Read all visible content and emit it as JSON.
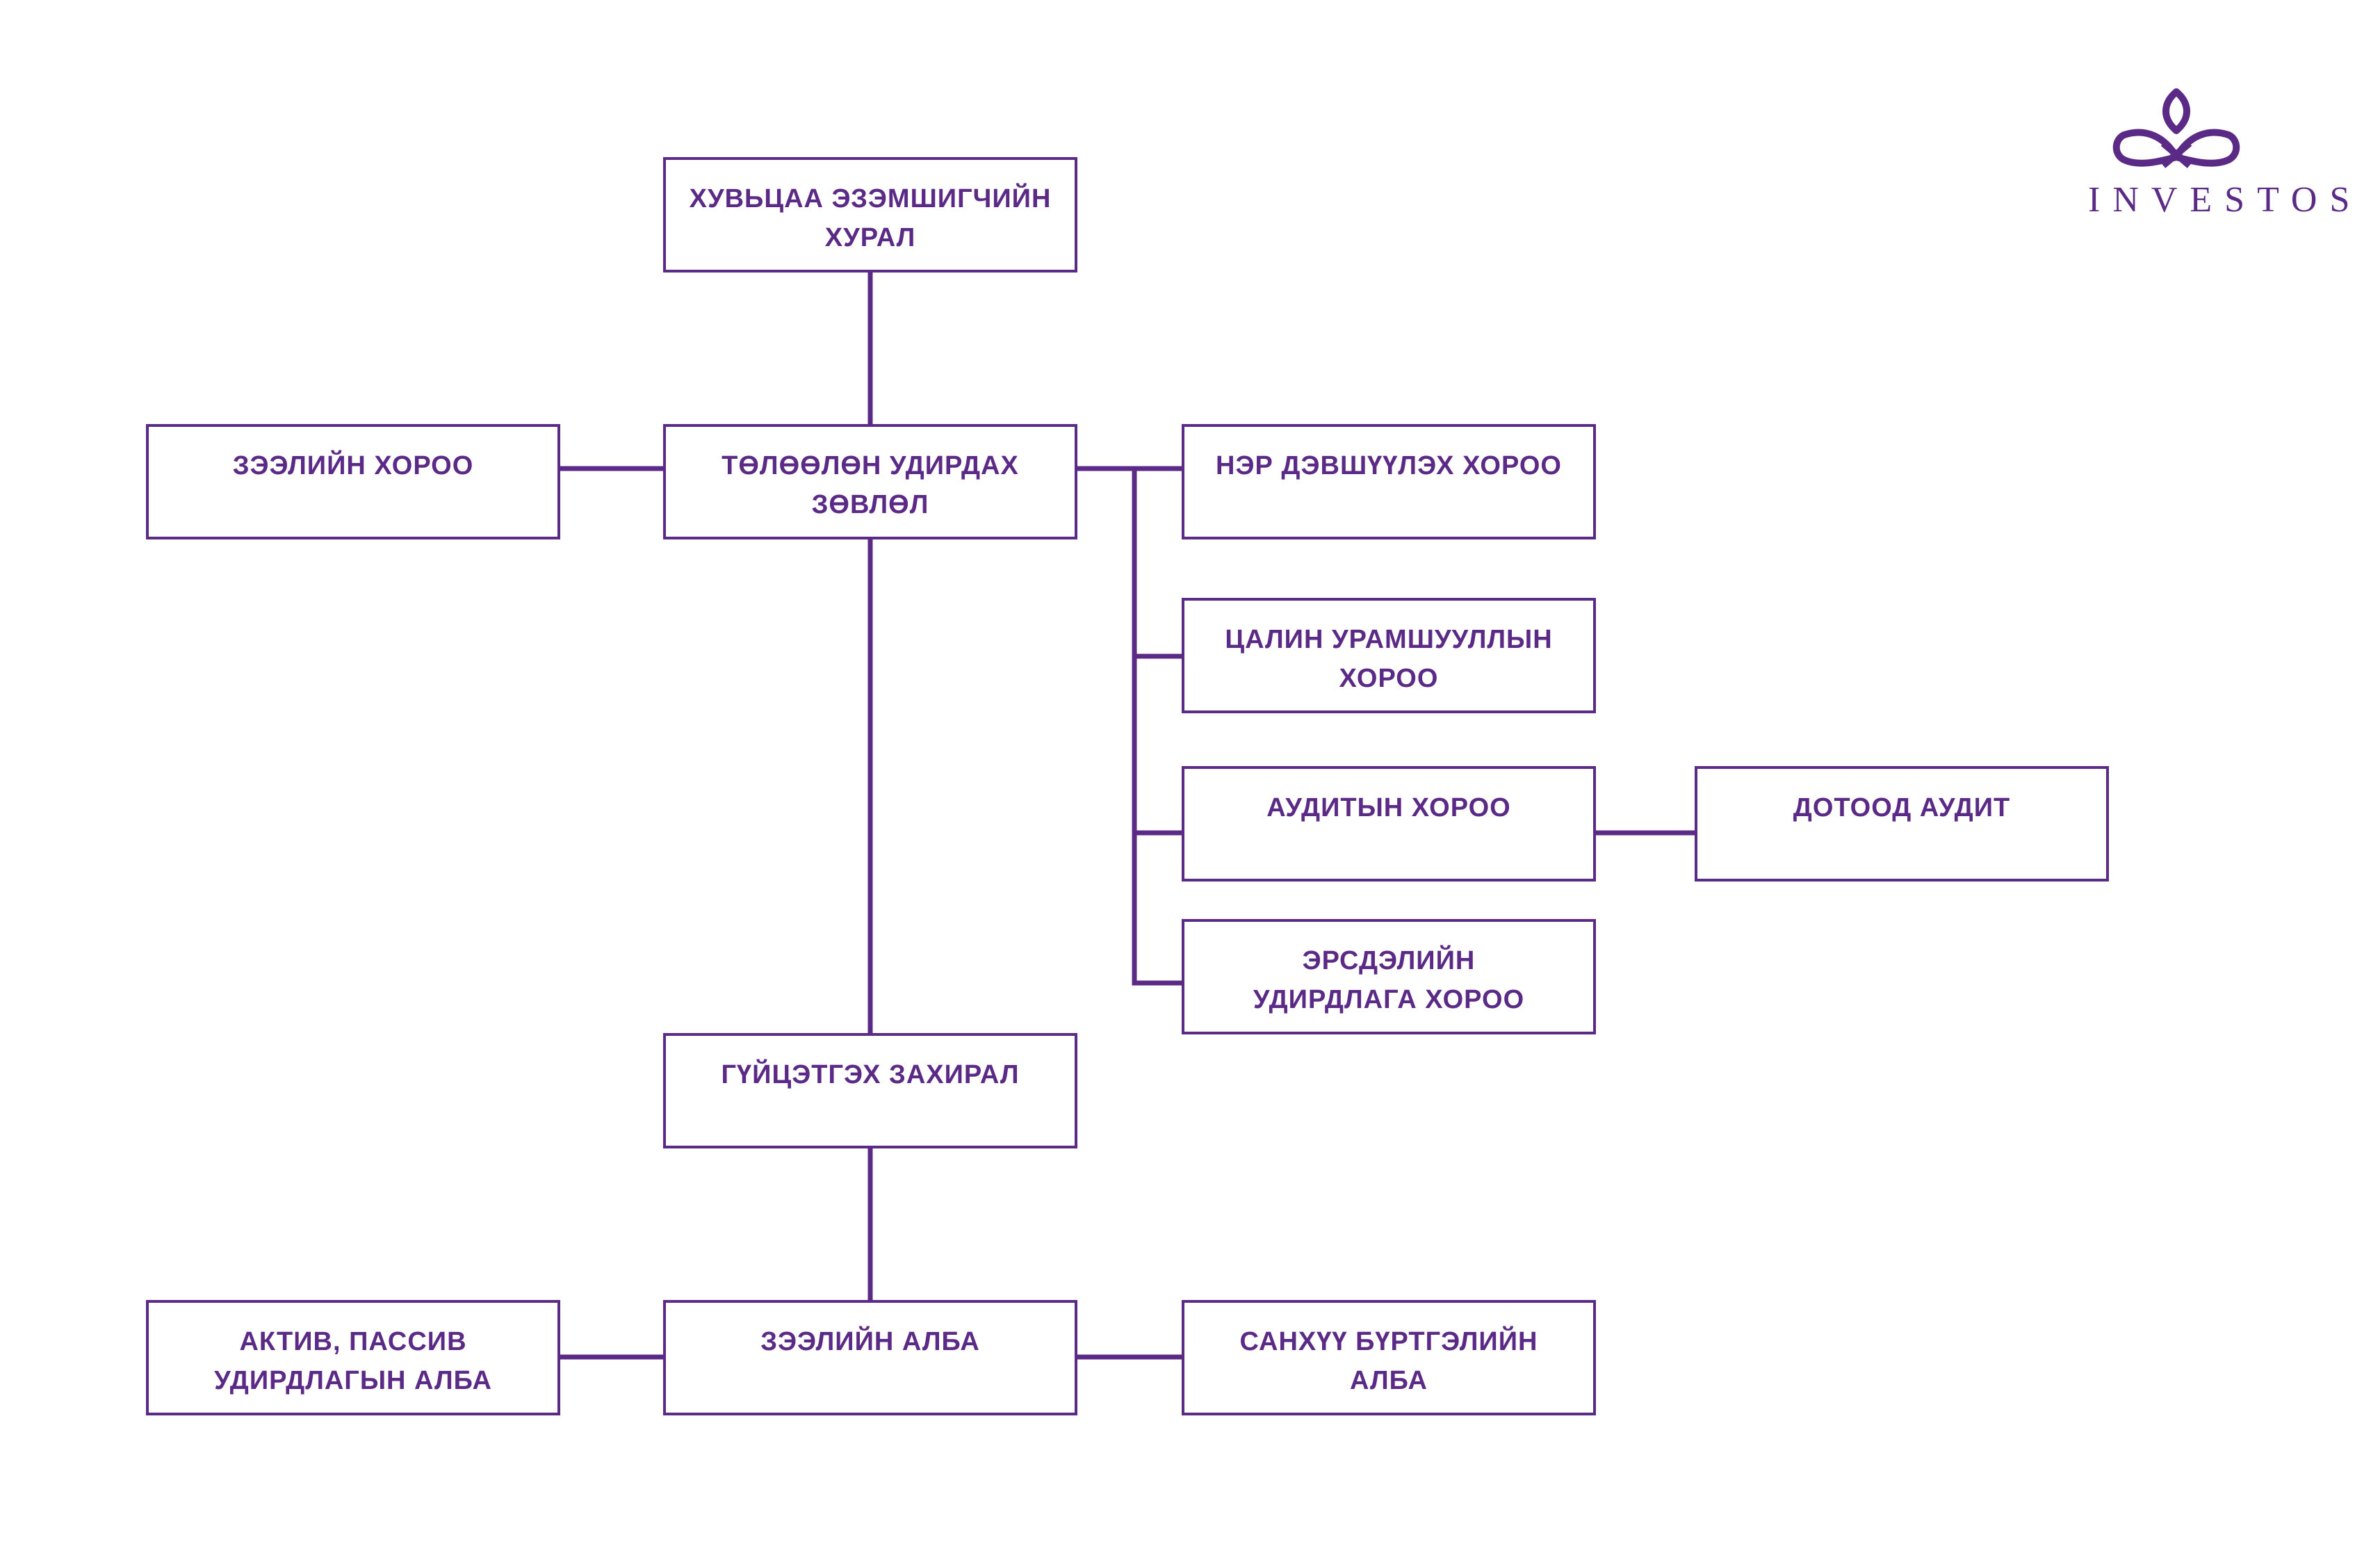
{
  "logo": {
    "text": "INVESTOS",
    "icon": "lotus-logo-icon",
    "color": "#5b2a86"
  },
  "colors": {
    "line": "#5b2a86",
    "box_border": "#5b2a86",
    "text": "#5b2a86",
    "background": "#ffffff"
  },
  "org_chart": {
    "shareholders_meeting": "ХУВЬЦАА ЭЗЭМШИГЧИЙН\nХУРАЛ",
    "board_of_directors": "ТӨЛӨӨЛӨН УДИРДАХ\nЗӨВЛӨЛ",
    "credit_committee": "ЗЭЭЛИЙН ХОРОО",
    "nomination_committee": "НЭР ДЭВШҮҮЛЭХ ХОРОО",
    "remuneration_committee": "ЦАЛИН УРАМШУУЛЛЫН\nХОРОО",
    "audit_committee": "АУДИТЫН ХОРОО",
    "internal_audit": "ДОТООД АУДИТ",
    "risk_committee": "ЭРСДЭЛИЙН\nУДИРДЛАГА ХОРОО",
    "ceo": "ГҮЙЦЭТГЭХ ЗАХИРАЛ",
    "credit_department": "ЗЭЭЛИЙН АЛБА",
    "alm_department": "АКТИВ, ПАССИВ\nУДИРДЛАГЫН АЛБА",
    "finance_department": "САНХҮҮ БҮРТГЭЛИЙН\nАЛБА"
  }
}
